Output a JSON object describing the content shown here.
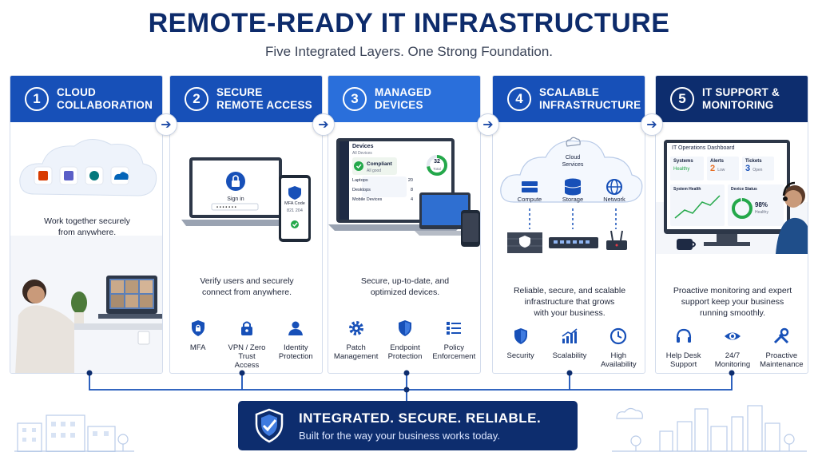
{
  "header": {
    "title": "REMOTE-READY IT INFRASTRUCTURE",
    "subtitle": "Five Integrated Layers. One Strong Foundation."
  },
  "colors": {
    "navy": "#0d2d6e",
    "blue": "#1750b8",
    "bright": "#2a6fdb",
    "accent": "#24a84a"
  },
  "panels": [
    {
      "number": "1",
      "title": "CLOUD\nCOLLABORATION",
      "art_text": "Work together securely\nfrom anywhere.",
      "features": []
    },
    {
      "number": "2",
      "title": "SECURE\nREMOTE ACCESS",
      "screen_label": "Sign in",
      "phone_label": "MFA Code",
      "phone_code": "821 204",
      "description": "Verify users and securely\nconnect from anywhere.",
      "features": [
        {
          "icon": "shield-lock-icon",
          "label": "MFA"
        },
        {
          "icon": "padlock-icon",
          "label": "VPN / Zero Trust\nAccess"
        },
        {
          "icon": "user-icon",
          "label": "Identity\nProtection"
        }
      ]
    },
    {
      "number": "3",
      "title": "MANAGED\nDEVICES",
      "dash_title": "Devices",
      "dash_sub": "All Devices",
      "compliant": "Compliant",
      "compliant_sub": "All good",
      "ring_value": "32",
      "ring_label": "Total",
      "rows": [
        {
          "name": "Laptops",
          "count": "20"
        },
        {
          "name": "Desktops",
          "count": "8"
        },
        {
          "name": "Mobile Devices",
          "count": "4"
        }
      ],
      "description": "Secure, up-to-date, and\noptimized devices.",
      "features": [
        {
          "icon": "gear-icon",
          "label": "Patch\nManagement"
        },
        {
          "icon": "shield-icon",
          "label": "Endpoint\nProtection"
        },
        {
          "icon": "checklist-icon",
          "label": "Policy\nEnforcement"
        }
      ]
    },
    {
      "number": "4",
      "title": "SCALABLE\nINFRASTRUCTURE",
      "cloud_label": "Cloud\nServices",
      "services": [
        "Compute",
        "Storage",
        "Network"
      ],
      "description": "Reliable, secure, and scalable\ninfrastructure that grows\nwith your business.",
      "features": [
        {
          "icon": "shield-icon",
          "label": "Security"
        },
        {
          "icon": "growth-chart-icon",
          "label": "Scalability"
        },
        {
          "icon": "clock-icon",
          "label": "High\nAvailability"
        }
      ]
    },
    {
      "number": "5",
      "title": "IT SUPPORT &\nMONITORING",
      "dash_title": "IT Operations Dashboard",
      "tiles": [
        {
          "label": "Systems",
          "value": "Healthy"
        },
        {
          "label": "Alerts",
          "value": "2",
          "sub": "Low"
        },
        {
          "label": "Tickets",
          "value": "3",
          "sub": "Open"
        }
      ],
      "health_label": "System Health",
      "status_label": "Device Status",
      "status_value": "98%",
      "status_sub": "Healthy",
      "description": "Proactive monitoring and expert\nsupport keep your business\nrunning smoothly.",
      "features": [
        {
          "icon": "headset-icon",
          "label": "Help Desk\nSupport"
        },
        {
          "icon": "eye-icon",
          "label": "24/7\nMonitoring"
        },
        {
          "icon": "tools-icon",
          "label": "Proactive\nMaintenance"
        }
      ]
    }
  ],
  "footer": {
    "title": "INTEGRATED. SECURE. RELIABLE.",
    "subtitle": "Built for the way your business works today."
  }
}
